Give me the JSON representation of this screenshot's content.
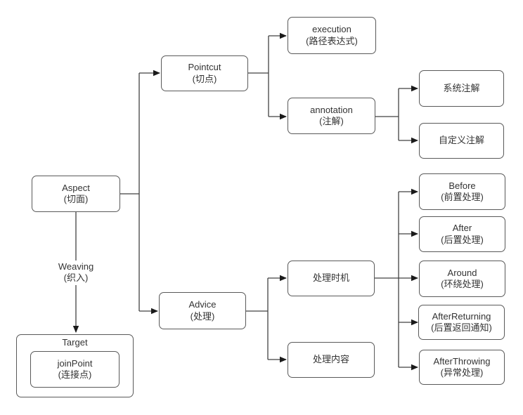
{
  "diagram": {
    "nodes": {
      "aspect": {
        "title": "Aspect",
        "subtitle": "(切面)"
      },
      "pointcut": {
        "title": "Pointcut",
        "subtitle": "(切点)"
      },
      "execution": {
        "title": "execution",
        "subtitle": "(路径表达式)"
      },
      "annotation": {
        "title": "annotation",
        "subtitle": "(注解)"
      },
      "system_annotation": {
        "title": "系统注解"
      },
      "custom_annotation": {
        "title": "自定义注解"
      },
      "advice": {
        "title": "Advice",
        "subtitle": "(处理)"
      },
      "timing": {
        "title": "处理时机"
      },
      "content": {
        "title": "处理内容"
      },
      "before": {
        "title": "Before",
        "subtitle": "(前置处理)"
      },
      "after": {
        "title": "After",
        "subtitle": "(后置处理)"
      },
      "around": {
        "title": "Around",
        "subtitle": "(环绕处理)"
      },
      "after_returning": {
        "title": "AfterReturning",
        "subtitle": "(后置返回通知)"
      },
      "after_throwing": {
        "title": "AfterThrowing",
        "subtitle": "(异常处理)"
      },
      "target": {
        "title": "Target"
      },
      "joinpoint": {
        "title": "joinPoint",
        "subtitle": "(连接点)"
      }
    },
    "edge_labels": {
      "weaving": {
        "title": "Weaving",
        "subtitle": "(织入)"
      }
    },
    "colors": {
      "node_border": "#595959",
      "connector": "#424242",
      "arrowhead": "#1a1a1a",
      "text": "#333333",
      "background": "#ffffff"
    }
  }
}
